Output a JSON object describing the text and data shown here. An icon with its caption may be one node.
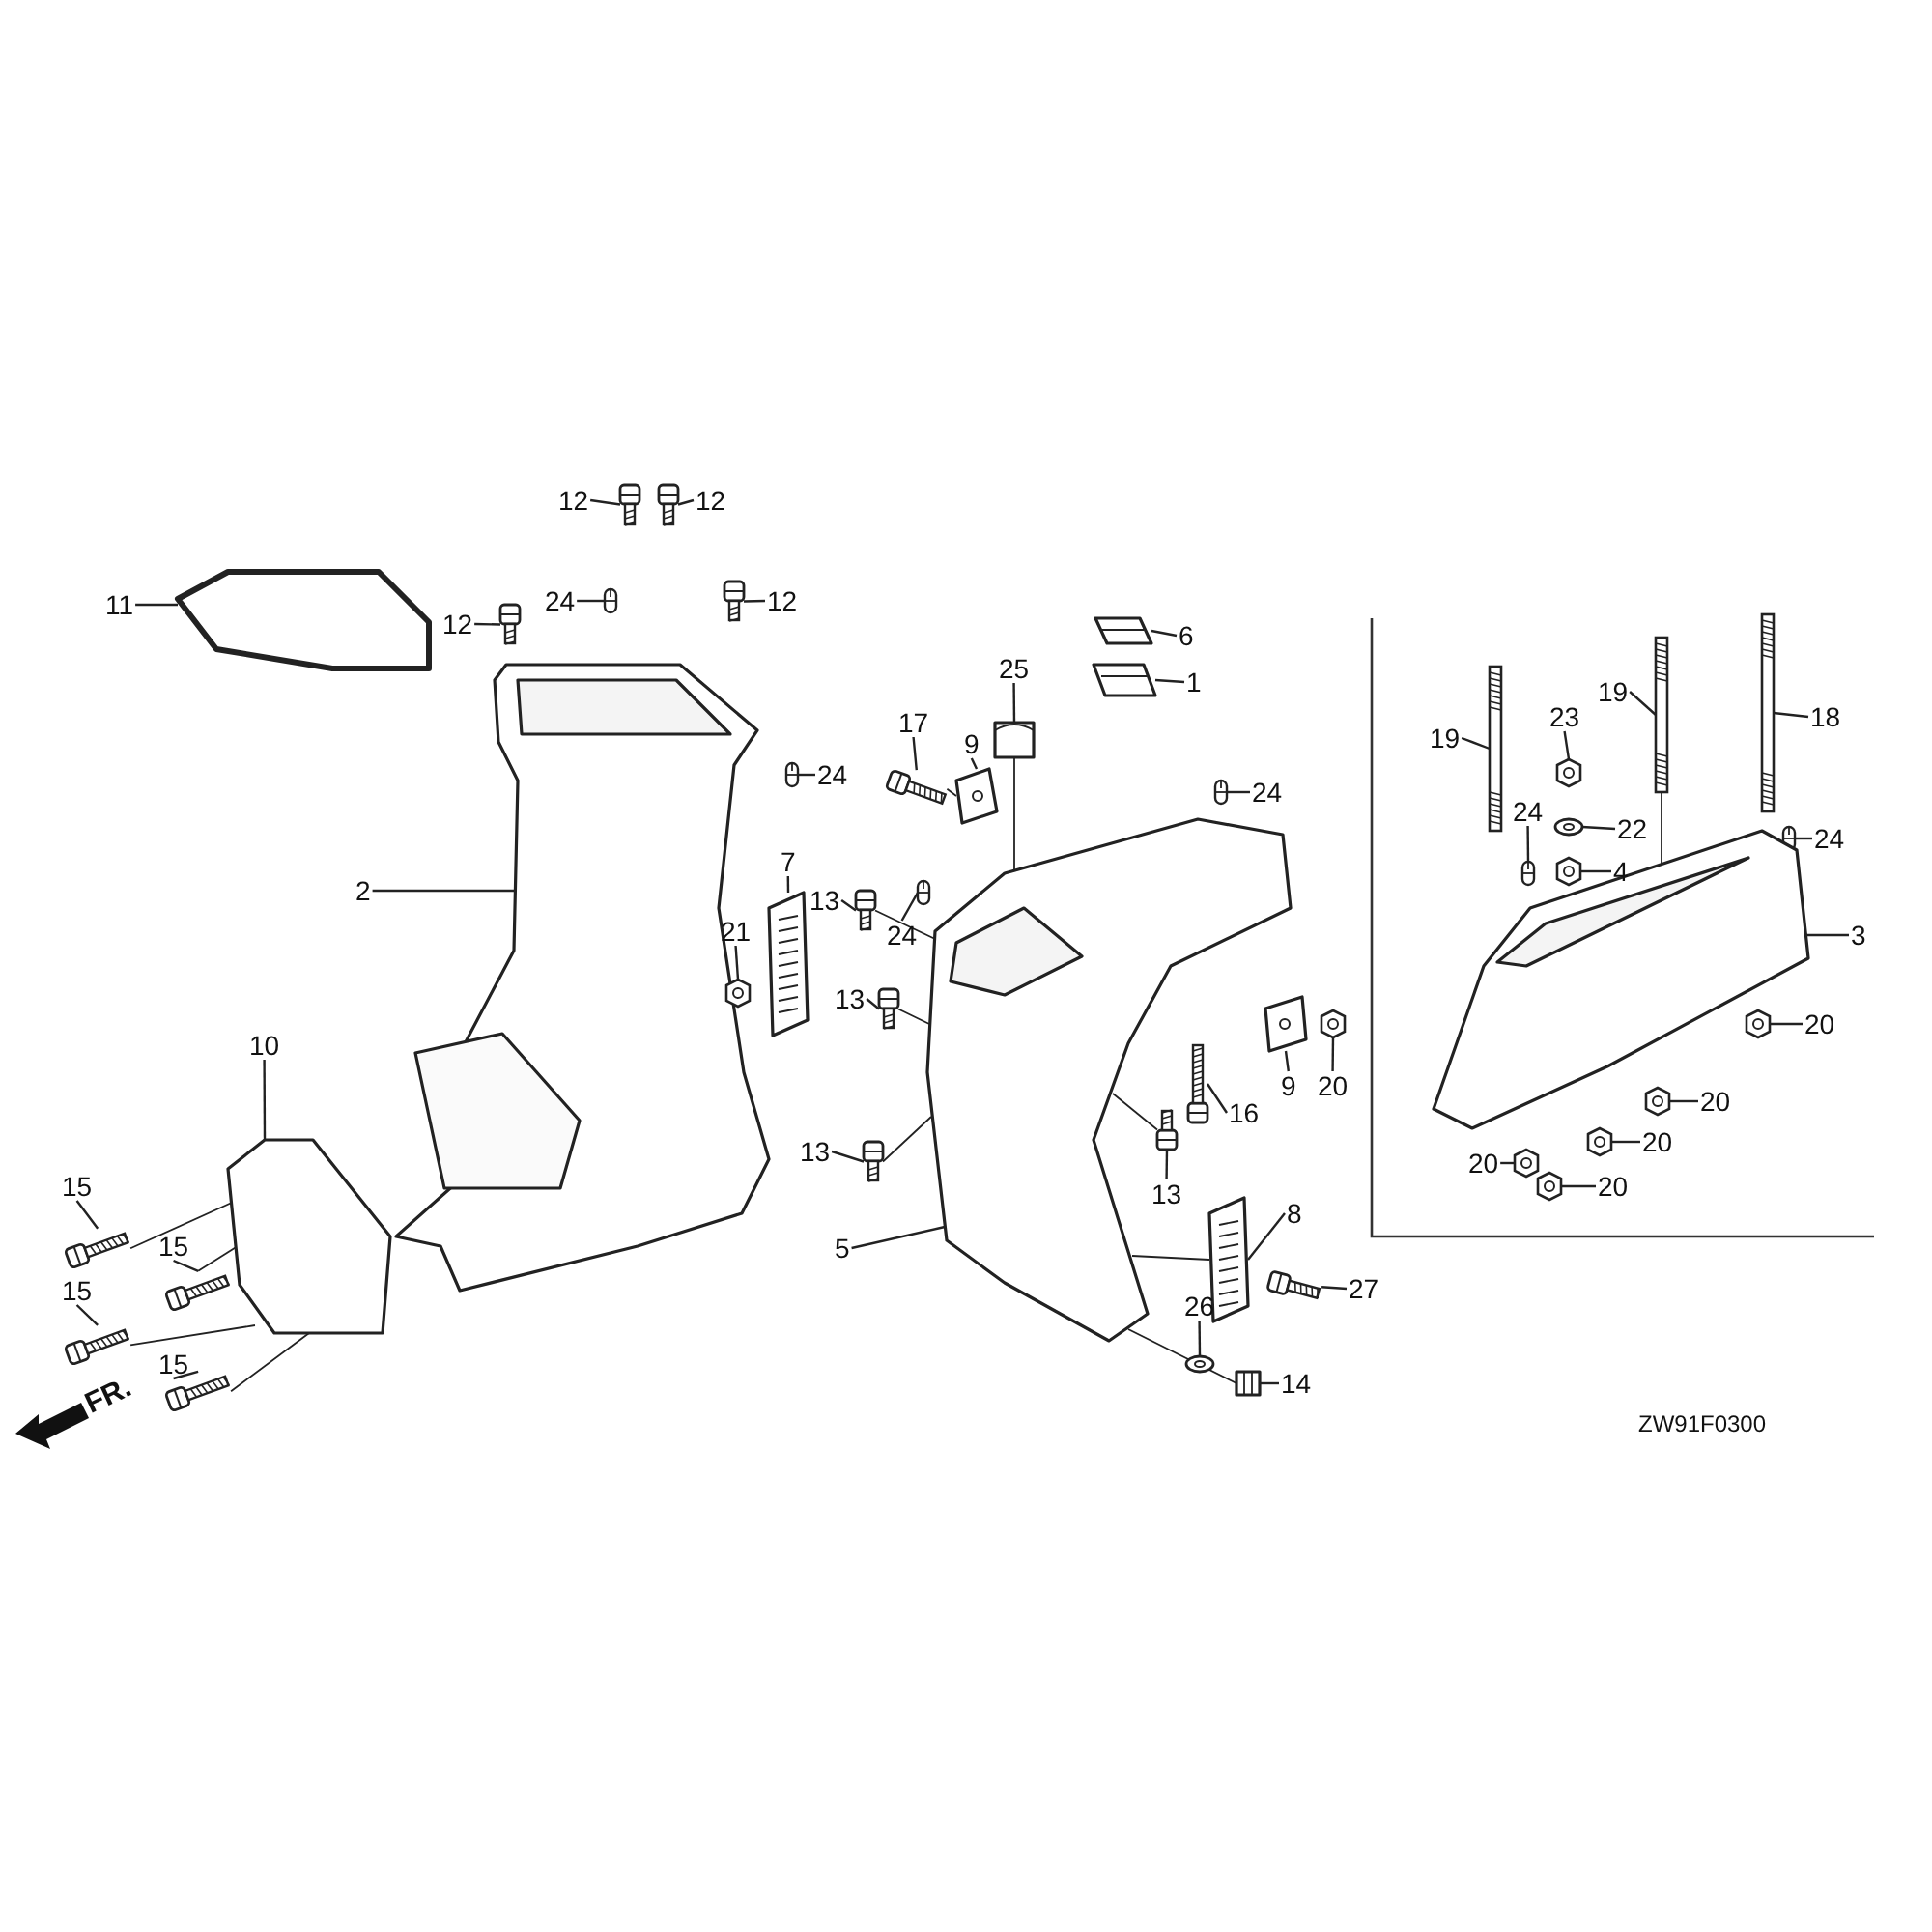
{
  "diagram": {
    "nodes": [
      {
        "text": [
          "11"
        ]
      },
      {
        "text": [
          "12"
        ]
      },
      {
        "text": [
          "12"
        ]
      },
      {
        "text": [
          "24"
        ]
      },
      {
        "text": [
          "12"
        ]
      },
      {
        "text": [
          "12"
        ]
      },
      {
        "text": [
          "24"
        ]
      },
      {
        "text": [
          "2"
        ]
      },
      {
        "text": [
          "10"
        ]
      },
      {
        "text": [
          "15"
        ]
      },
      {
        "text": [
          "15"
        ]
      },
      {
        "text": [
          "15"
        ]
      },
      {
        "text": [
          "15"
        ]
      },
      {
        "text": [
          "17"
        ]
      },
      {
        "text": [
          "9"
        ]
      },
      {
        "text": [
          "25"
        ]
      },
      {
        "text": [
          "6"
        ]
      },
      {
        "text": [
          "1"
        ]
      },
      {
        "text": [
          "24"
        ]
      },
      {
        "text": [
          "7"
        ]
      },
      {
        "text": [
          "13"
        ]
      },
      {
        "text": [
          "21"
        ]
      },
      {
        "text": [
          "24"
        ]
      },
      {
        "text": [
          "13"
        ]
      },
      {
        "text": [
          "13"
        ]
      },
      {
        "text": [
          "5"
        ]
      },
      {
        "text": [
          "13"
        ]
      },
      {
        "text": [
          "16"
        ]
      },
      {
        "text": [
          "9"
        ]
      },
      {
        "text": [
          "20"
        ]
      },
      {
        "text": [
          "8"
        ]
      },
      {
        "text": [
          "27"
        ]
      },
      {
        "text": [
          "26"
        ]
      },
      {
        "text": [
          "14"
        ]
      },
      {
        "text": [
          "19"
        ]
      },
      {
        "text": [
          "23"
        ]
      },
      {
        "text": [
          "19"
        ]
      },
      {
        "text": [
          "18"
        ]
      },
      {
        "text": [
          "24"
        ]
      },
      {
        "text": [
          "22"
        ]
      },
      {
        "text": [
          "4"
        ]
      },
      {
        "text": [
          "24"
        ]
      },
      {
        "text": [
          "3"
        ]
      },
      {
        "text": [
          "20"
        ]
      },
      {
        "text": [
          "20"
        ]
      },
      {
        "text": [
          "20"
        ]
      },
      {
        "text": [
          "20"
        ]
      },
      {
        "text": [
          "20"
        ]
      },
      {
        "text": [],
        "shape": "picture"
      },
      {
        "text": [],
        "shape": "picture"
      },
      {
        "text": [],
        "shape": "picture"
      },
      {
        "text": [],
        "shape": "picture"
      },
      {
        "text": [],
        "shape": "picture"
      },
      {
        "text": [],
        "shape": "picture"
      },
      {
        "text": [],
        "shape": "picture"
      },
      {
        "text": [],
        "shape": "picture"
      },
      {
        "text": [],
        "shape": "picture"
      },
      {
        "text": [],
        "shape": "picture"
      },
      {
        "text": [],
        "shape": "picture"
      },
      {
        "text": [],
        "shape": "picture"
      },
      {
        "text": [],
        "shape": "picture"
      },
      {
        "text": [],
        "shape": "picture"
      },
      {
        "text": [],
        "shape": "picture"
      },
      {
        "text": [],
        "shape": "picture"
      },
      {
        "text": [],
        "shape": "picture"
      },
      {
        "text": [],
        "shape": "picture"
      },
      {
        "text": [],
        "shape": "picture"
      },
      {
        "text": [],
        "shape": "picture"
      },
      {
        "text": [],
        "shape": "picture"
      },
      {
        "text": [],
        "shape": "picture"
      },
      {
        "text": [],
        "shape": "picture"
      },
      {
        "text": [],
        "shape": "picture"
      },
      {
        "text": [],
        "shape": "picture"
      },
      {
        "text": [],
        "shape": "picture"
      },
      {
        "text": [],
        "shape": "picture"
      },
      {
        "text": [],
        "shape": "picture"
      },
      {
        "text": [],
        "shape": "picture"
      },
      {
        "text": [],
        "shape": "picture"
      },
      {
        "text": [],
        "shape": "picture"
      },
      {
        "text": [],
        "shape": "picture"
      },
      {
        "text": [],
        "shape": "picture"
      },
      {
        "text": [],
        "shape": "picture"
      },
      {
        "text": [],
        "shape": "picture"
      },
      {
        "text": [],
        "shape": "picture"
      },
      {
        "text": [],
        "shape": "picture"
      },
      {
        "text": [],
        "shape": "picture"
      },
      {
        "text": [],
        "shape": "picture"
      },
      {
        "text": [],
        "shape": "picture"
      },
      {
        "text": [],
        "shape": "picture"
      },
      {
        "text": [],
        "shape": "picture"
      },
      {
        "text": [],
        "shape": "picture"
      },
      {
        "text": [],
        "shape": "picture"
      },
      {
        "text": [],
        "shape": "picture"
      },
      {
        "text": [],
        "shape": "picture"
      },
      {
        "text": [],
        "shape": "picture"
      },
      {
        "text": [],
        "shape": "picture"
      }
    ],
    "edges": [
      {
        "from": 0,
        "to": 48,
        "arrow": "none"
      },
      {
        "from": 1,
        "to": 49,
        "arrow": "none"
      },
      {
        "from": 2,
        "to": 50,
        "arrow": "none"
      },
      {
        "from": 3,
        "to": 51,
        "arrow": "none"
      },
      {
        "from": 4,
        "to": 52,
        "arrow": "none"
      },
      {
        "from": 5,
        "to": 53,
        "arrow": "none"
      },
      {
        "from": 6,
        "to": 54,
        "arrow": "none"
      },
      {
        "from": 7,
        "to": 55,
        "arrow": "none"
      },
      {
        "from": 8,
        "to": 56,
        "arrow": "none"
      },
      {
        "from": 9,
        "to": 57,
        "arrow": "none"
      },
      {
        "from": 10,
        "to": 58,
        "arrow": "none"
      },
      {
        "from": 11,
        "to": 59,
        "arrow": "none"
      },
      {
        "from": 12,
        "to": 60,
        "arrow": "none"
      },
      {
        "from": 13,
        "to": 61,
        "arrow": "none"
      },
      {
        "from": 14,
        "to": 62,
        "arrow": "none"
      },
      {
        "from": 15,
        "to": 63,
        "arrow": "none"
      },
      {
        "from": 16,
        "to": 64,
        "arrow": "none"
      },
      {
        "from": 17,
        "to": 65,
        "arrow": "none"
      },
      {
        "from": 18,
        "to": 66,
        "arrow": "none"
      },
      {
        "from": 19,
        "to": 67,
        "arrow": "none"
      },
      {
        "from": 20,
        "to": 68,
        "arrow": "none"
      },
      {
        "from": 21,
        "to": 69,
        "arrow": "none"
      },
      {
        "from": 22,
        "to": 70,
        "arrow": "none"
      },
      {
        "from": 23,
        "to": 71,
        "arrow": "none"
      },
      {
        "from": 24,
        "to": 72,
        "arrow": "none"
      },
      {
        "from": 25,
        "to": 73,
        "arrow": "none"
      },
      {
        "from": 26,
        "to": 74,
        "arrow": "none"
      },
      {
        "from": 27,
        "to": 75,
        "arrow": "none"
      },
      {
        "from": 28,
        "to": 76,
        "arrow": "none"
      },
      {
        "from": 29,
        "to": 77,
        "arrow": "none"
      },
      {
        "from": 30,
        "to": 78,
        "arrow": "none"
      },
      {
        "from": 31,
        "to": 79,
        "arrow": "none"
      },
      {
        "from": 32,
        "to": 80,
        "arrow": "none"
      },
      {
        "from": 33,
        "to": 81,
        "arrow": "none"
      },
      {
        "from": 34,
        "to": 82,
        "arrow": "none"
      },
      {
        "from": 35,
        "to": 83,
        "arrow": "none"
      },
      {
        "from": 36,
        "to": 84,
        "arrow": "none"
      },
      {
        "from": 37,
        "to": 85,
        "arrow": "none"
      },
      {
        "from": 38,
        "to": 86,
        "arrow": "none"
      },
      {
        "from": 39,
        "to": 87,
        "arrow": "none"
      },
      {
        "from": 40,
        "to": 88,
        "arrow": "none"
      },
      {
        "from": 41,
        "to": 89,
        "arrow": "none"
      },
      {
        "from": 42,
        "to": 90,
        "arrow": "none"
      },
      {
        "from": 43,
        "to": 91,
        "arrow": "none"
      },
      {
        "from": 44,
        "to": 92,
        "arrow": "none"
      },
      {
        "from": 45,
        "to": 93,
        "arrow": "none"
      },
      {
        "from": 46,
        "to": 94,
        "arrow": "none"
      },
      {
        "from": 47,
        "to": 95,
        "arrow": "none"
      },
      {
        "from": 57,
        "to": 56,
        "arrow": "none"
      },
      {
        "from": 58,
        "to": 56,
        "arrow": "none"
      },
      {
        "from": 59,
        "to": 56,
        "arrow": "none"
      },
      {
        "from": 60,
        "to": 56,
        "arrow": "none"
      },
      {
        "from": 68,
        "to": 73,
        "arrow": "none"
      },
      {
        "from": 71,
        "to": 73,
        "arrow": "none"
      },
      {
        "from": 72,
        "to": 73,
        "arrow": "none"
      },
      {
        "from": 74,
        "to": 73,
        "arrow": "none"
      },
      {
        "from": 63,
        "to": 73,
        "arrow": "none"
      },
      {
        "from": 61,
        "to": 62,
        "arrow": "none"
      },
      {
        "from": 81,
        "to": 73,
        "arrow": "none"
      },
      {
        "from": 78,
        "to": 73,
        "arrow": "none"
      },
      {
        "from": 84,
        "to": 90,
        "arrow": "none"
      }
    ],
    "labels": [
      "FR.",
      "ZW91F0300"
    ]
  }
}
